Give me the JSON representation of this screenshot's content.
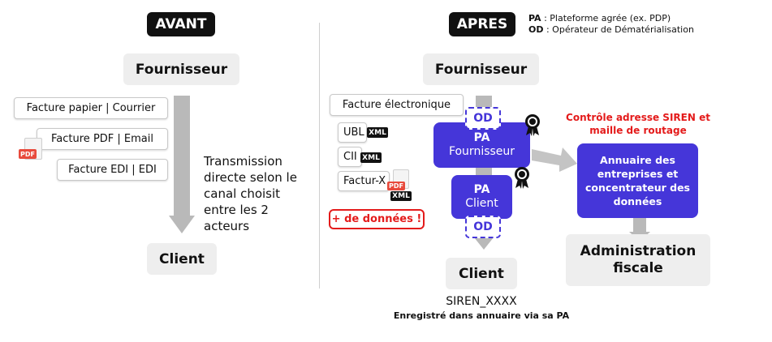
{
  "avant": {
    "tag": "AVANT",
    "supplier": "Fournisseur",
    "client": "Client",
    "chips": [
      "Facture papier | Courrier",
      "Facture PDF | Email",
      "Facture EDI | EDI"
    ],
    "pdf_badge": "PDF",
    "description": "Transmission directe selon le canal choisit entre les 2 acteurs"
  },
  "apres": {
    "tag": "APRES",
    "legend": {
      "pa_key": "PA",
      "pa_text": " : Plateforme agrée (ex. PDP)",
      "od_key": "OD",
      "od_text": " : Opérateur de Dématérialisation"
    },
    "supplier": "Fournisseur",
    "client": "Client",
    "invoice_chip": "Facture électronique",
    "formats": [
      {
        "label": "UBL",
        "badge": "XML"
      },
      {
        "label": "CII",
        "badge": "XML"
      },
      {
        "label": "Factur-X",
        "badge_pdf": "PDF",
        "badge": "XML"
      }
    ],
    "more_data": "+ de données !",
    "pa_supplier": {
      "title": "PA",
      "subtitle": "Fournisseur"
    },
    "pa_client": {
      "title": "PA",
      "subtitle": "Client"
    },
    "od_label": "OD",
    "control_text": "Contrôle adresse SIREN et maille de routage",
    "directory": "Annuaire des entreprises et concentrateur des données",
    "tax_admin": "Administration fiscale",
    "siren": "SIREN_XXXX",
    "siren_note": "Enregistré dans annuaire via sa PA"
  },
  "colors": {
    "purple": "#4536d9",
    "red": "#e41b1b",
    "gray_box": "#eeeeee",
    "arrow_gray": "#b9b9b9"
  }
}
